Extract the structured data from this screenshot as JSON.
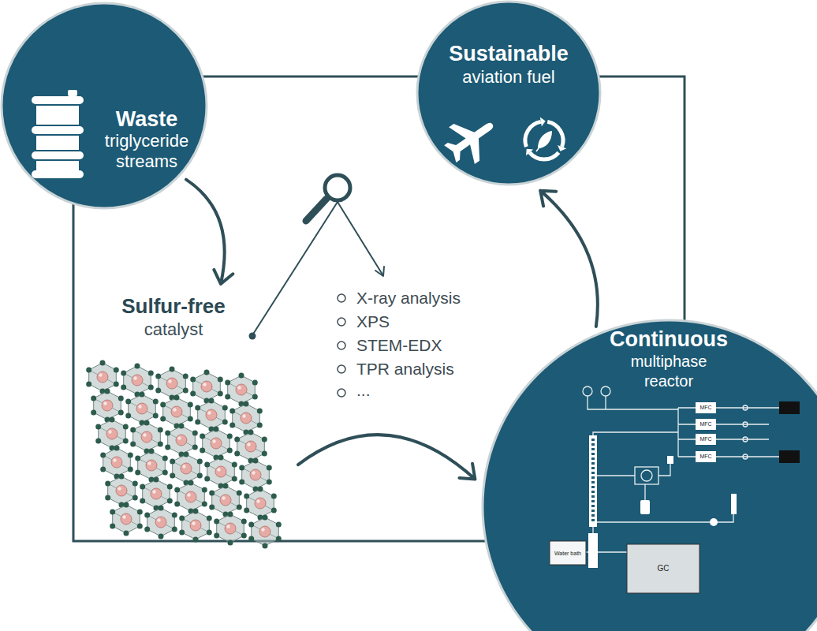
{
  "diagram": {
    "nodes": [
      {
        "text": [
          "Waste",
          "triglyceride streams"
        ]
      },
      {
        "text": [
          "Sustainable",
          "aviation fuel"
        ]
      },
      {
        "text": [
          "Sulfur-free",
          "catalyst"
        ]
      },
      {
        "text": [
          "Continuous",
          "multiphase reactor"
        ]
      }
    ],
    "edges": [
      {
        "from": 0,
        "to": 2,
        "arrow": "to"
      },
      {
        "from": 2,
        "to": 3,
        "arrow": "to"
      },
      {
        "from": 3,
        "to": 1,
        "arrow": "to"
      }
    ],
    "labels": [
      "X-ray analysis",
      "XPS",
      "STEM-EDX",
      "TPR analysis",
      "...",
      "MFC",
      "MFC",
      "MFC",
      "MFC",
      "Water bath",
      "GC"
    ]
  }
}
